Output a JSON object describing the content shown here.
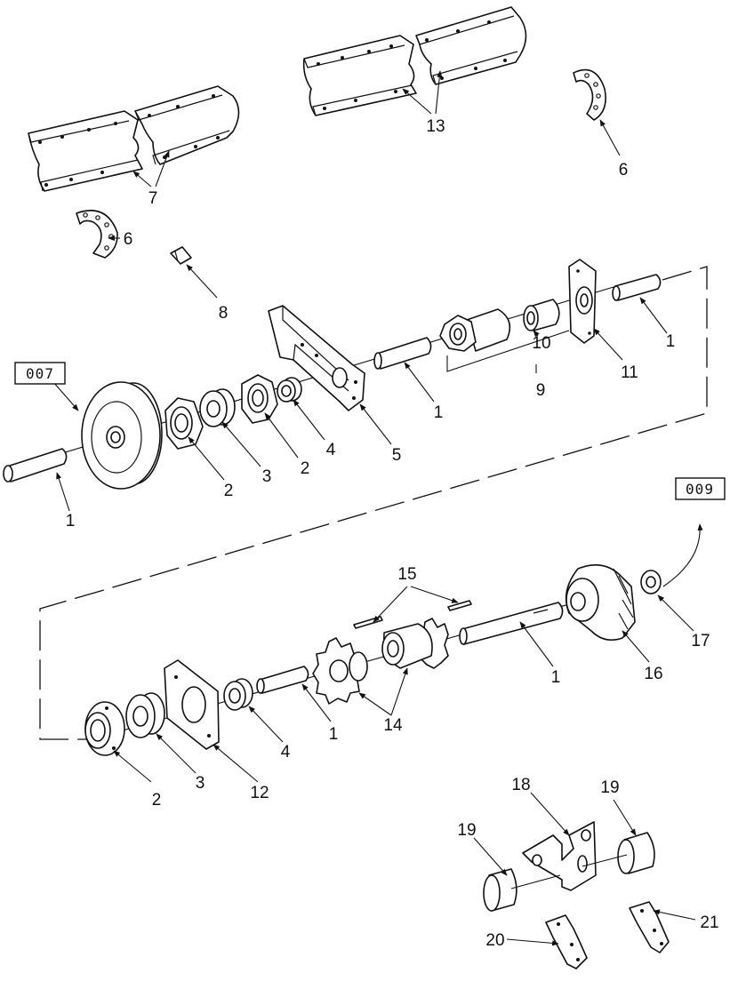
{
  "diagram": {
    "reference_boxes": {
      "upper": "007",
      "lower": "009"
    },
    "callouts": {
      "c1a": "1",
      "c1b": "1",
      "c1c": "1",
      "c1d": "1",
      "c1e": "1",
      "c2a": "2",
      "c2b": "2",
      "c2c": "2",
      "c3a": "3",
      "c3b": "3",
      "c4a": "4",
      "c4b": "4",
      "c5": "5",
      "c6a": "6",
      "c6b": "6",
      "c7": "7",
      "c8": "8",
      "c9": "9",
      "c10": "10",
      "c11": "11",
      "c12": "12",
      "c13": "13",
      "c14": "14",
      "c15": "15",
      "c16": "16",
      "c17": "17",
      "c18": "18",
      "c19a": "19",
      "c19b": "19",
      "c20": "20",
      "c21": "21"
    }
  }
}
